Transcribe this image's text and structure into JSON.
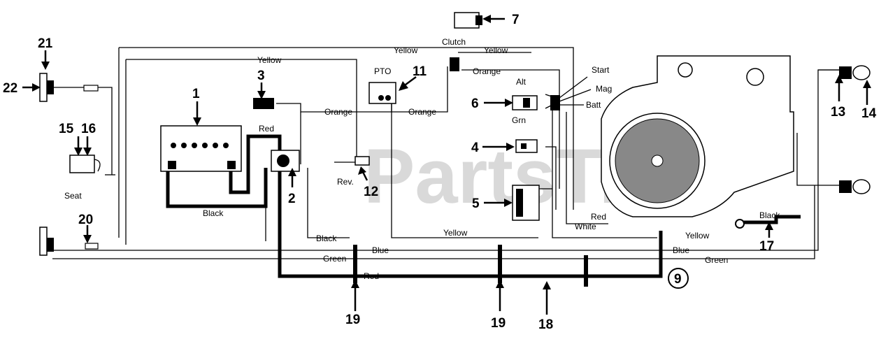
{
  "watermark": "PartsTree",
  "wire_labels": {
    "yellow_top": "Yellow",
    "yellow_2": "Yellow",
    "yellow_3": "Yellow",
    "yellow_bottom": "Yellow",
    "yellow_right": "Yellow",
    "clutch": "Clutch",
    "pto": "PTO",
    "orange_1": "Orange",
    "orange_2": "Orange",
    "orange_3": "Orange",
    "red_battery": "Red",
    "black_battery": "Black",
    "black_mid": "Black",
    "black_right": "Black",
    "rev": "Rev.",
    "seat": "Seat",
    "blue_left": "Blue",
    "blue_right": "Blue",
    "green_left": "Green",
    "green_right": "Green",
    "red_bottom": "Red",
    "red_engine": "Red",
    "white": "White",
    "start": "Start",
    "alt": "Alt",
    "mag": "Mag",
    "batt": "Batt",
    "grn": "Grn"
  },
  "callouts": {
    "c1": "1",
    "c2": "2",
    "c3": "3",
    "c4": "4",
    "c5": "5",
    "c6": "6",
    "c7": "7",
    "c9": "9",
    "c11": "11",
    "c12": "12",
    "c13": "13",
    "c14": "14",
    "c15": "15",
    "c16": "16",
    "c17": "17",
    "c18": "18",
    "c19a": "19",
    "c19b": "19",
    "c20": "20",
    "c21": "21",
    "c22": "22"
  }
}
